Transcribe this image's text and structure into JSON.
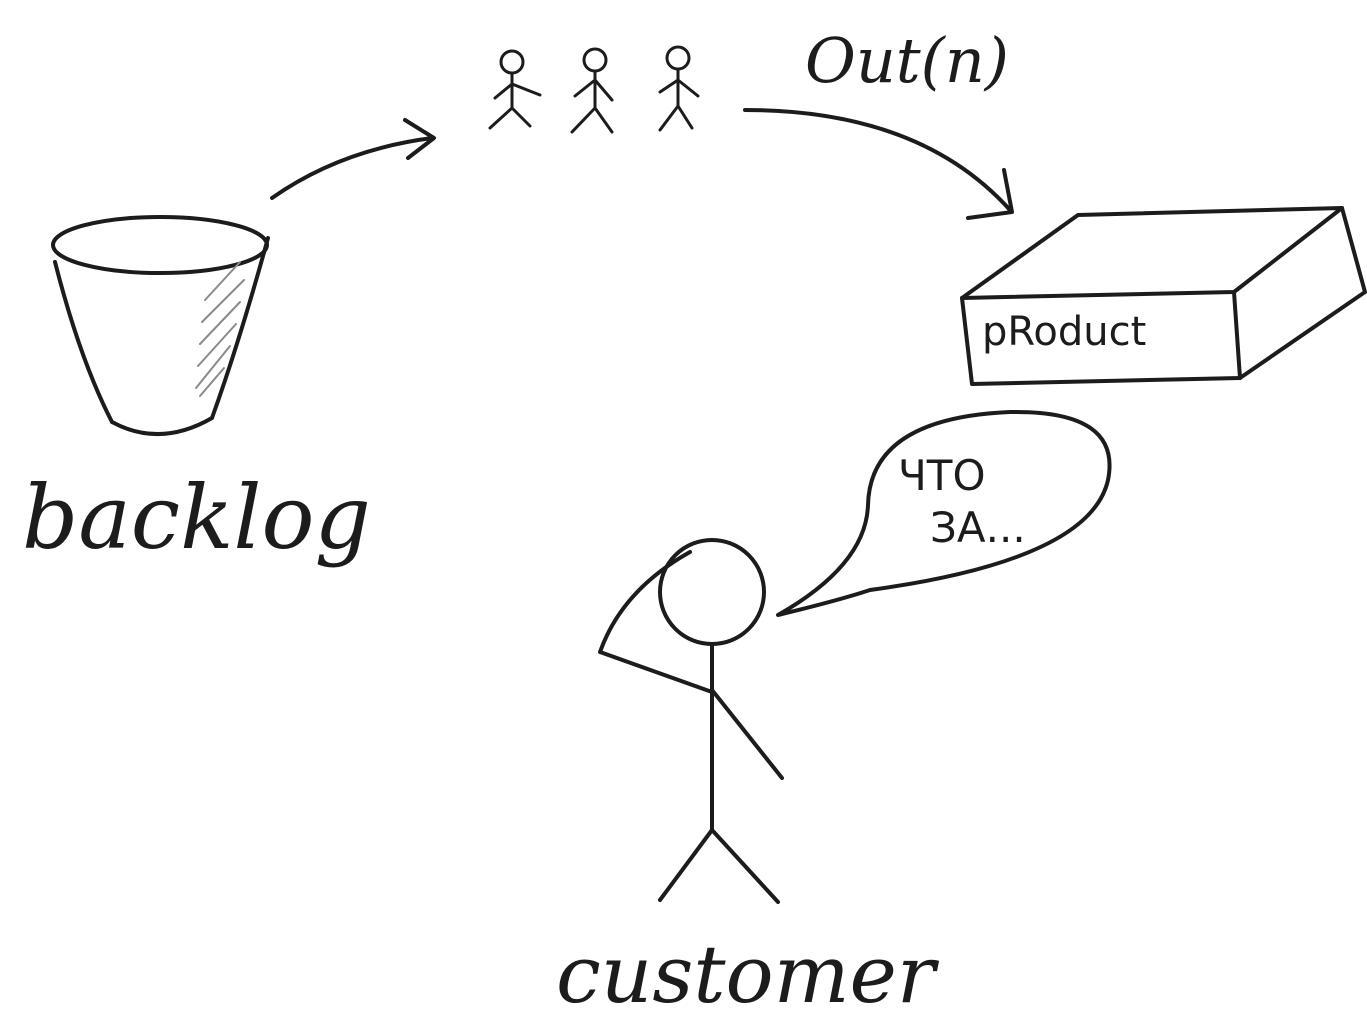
{
  "labels": {
    "backlog": "backlog",
    "out": "Out(n)",
    "product": "pRoduct",
    "speech_line1": "ЧТО",
    "speech_line2": "ЗА...",
    "customer": "customer"
  },
  "colors": {
    "ink": "#1c1c1c",
    "background": "#ffffff",
    "shading": "#8a8a8a"
  }
}
